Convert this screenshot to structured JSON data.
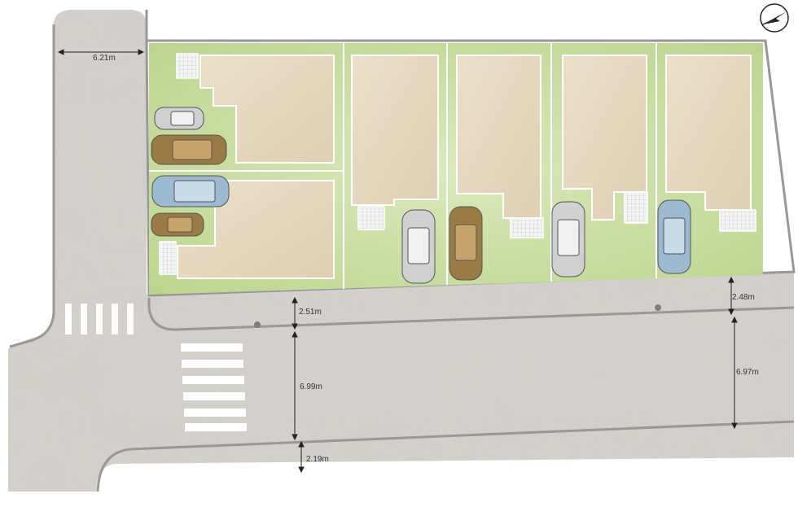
{
  "colors": {
    "background": "#ffffff",
    "road": "#d4d1cd",
    "road_edge": "#9a9896",
    "yard_green": "#c9dea1",
    "building_lot": "#e6d8bf",
    "lot_outline": "#ffffff",
    "crosswalk": "#ffffff",
    "dimension_line": "#222222",
    "car_silver": "#d0d0d0",
    "car_brown": "#9b7b45",
    "car_blue": "#9bbad0"
  },
  "north_arrow": {
    "icon": "north-arrow-icon"
  },
  "dimensions": {
    "side_road_width": "6.21m",
    "sidewalk_top_left": "2.51m",
    "sidewalk_top_right": "2.48m",
    "road_width_left": "6.99m",
    "road_width_right": "6.97m",
    "sidewalk_bottom": "2.19m"
  },
  "lots": [
    {
      "id": "lot-1",
      "position": "north-west"
    },
    {
      "id": "lot-2",
      "position": "south-west"
    },
    {
      "id": "lot-3",
      "position": "middle-1"
    },
    {
      "id": "lot-4",
      "position": "middle-2"
    },
    {
      "id": "lot-5",
      "position": "middle-3"
    },
    {
      "id": "lot-6",
      "position": "east"
    }
  ],
  "cars": [
    {
      "id": "car-1",
      "color": "silver",
      "lot": "lot-1"
    },
    {
      "id": "car-2",
      "color": "brown",
      "lot": "lot-1"
    },
    {
      "id": "car-3",
      "color": "blue",
      "lot": "lot-2"
    },
    {
      "id": "car-4",
      "color": "brown",
      "lot": "lot-2"
    },
    {
      "id": "car-5",
      "color": "silver",
      "lot": "lot-3"
    },
    {
      "id": "car-6",
      "color": "brown",
      "lot": "lot-4"
    },
    {
      "id": "car-7",
      "color": "silver",
      "lot": "lot-5"
    },
    {
      "id": "car-8",
      "color": "blue",
      "lot": "lot-6"
    }
  ]
}
